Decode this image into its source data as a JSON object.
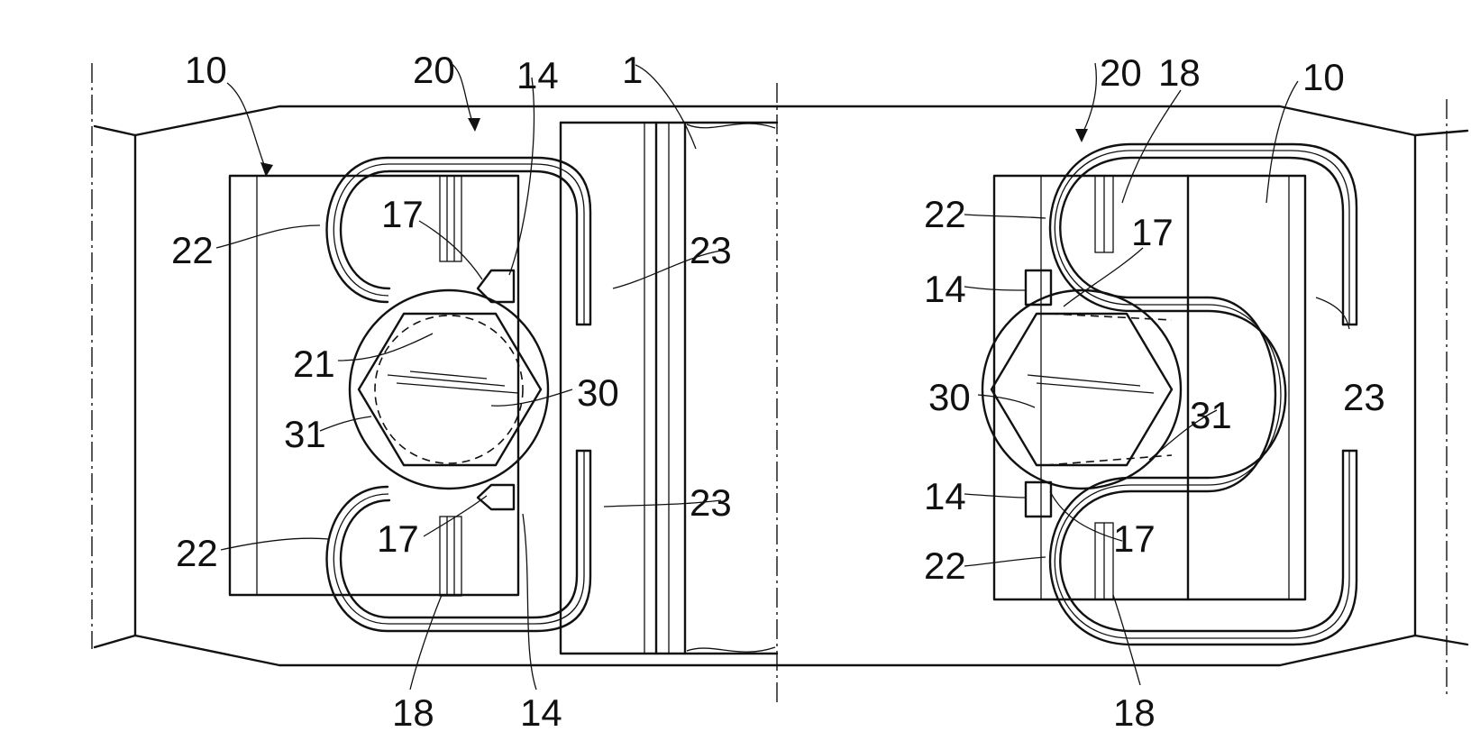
{
  "left_figure": {
    "ref_10": "10",
    "ref_20": "20",
    "ref_14_top": "14",
    "ref_1": "1",
    "ref_22_upper": "22",
    "ref_17_upper": "17",
    "ref_23_upper": "23",
    "ref_21": "21",
    "ref_30": "30",
    "ref_31": "31",
    "ref_23_lower": "23",
    "ref_22_lower": "22",
    "ref_17_lower": "17",
    "ref_18": "18",
    "ref_14_bottom": "14"
  },
  "right_figure": {
    "ref_20": "20",
    "ref_18_top": "18",
    "ref_10": "10",
    "ref_22_upper": "22",
    "ref_17_upper": "17",
    "ref_14_upper": "14",
    "ref_23_upper": "23",
    "ref_30": "30",
    "ref_31": "31",
    "ref_14_lower": "14",
    "ref_17_lower": "17",
    "ref_22_lower": "22",
    "ref_18_bottom": "18"
  }
}
